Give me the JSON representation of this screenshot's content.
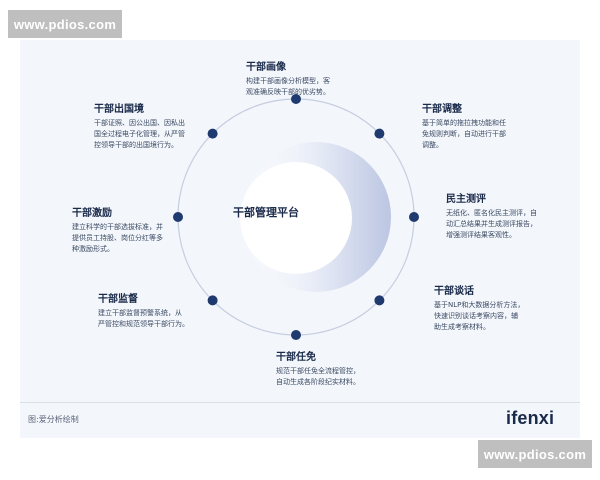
{
  "watermark_text": "www.pdios.com",
  "center_title": "干部管理平台",
  "items": [
    {
      "title": "干部画像",
      "lines": [
        "构建干部画像分析模型，客",
        "观准确反映干部的优劣势。"
      ]
    },
    {
      "title": "干部调整",
      "lines": [
        "基于简单的拖拉拽功能和任",
        "免规则判断，自动进行干部",
        "调整。"
      ]
    },
    {
      "title": "民主测评",
      "lines": [
        "无纸化、匿名化民主测评，自",
        "动汇总结果并生成测评报告，",
        "增强测评结果客观性。"
      ]
    },
    {
      "title": "干部谈话",
      "lines": [
        "基于NLP和大数据分析方法，",
        "快速识别谈话考察内容，辅",
        "助生成考察材料。"
      ]
    },
    {
      "title": "干部任免",
      "lines": [
        "规范干部任免全流程管控，",
        "自动生成各阶段纪实材料。"
      ]
    },
    {
      "title": "干部监督",
      "lines": [
        "建立干部监督预警系统，从",
        "严管控和规范领导干部行为。"
      ]
    },
    {
      "title": "干部激励",
      "lines": [
        "建立科学的干部选拔标准，并",
        "提供员工持股、岗位分红等多",
        "种激励形式。"
      ]
    },
    {
      "title": "干部出国境",
      "lines": [
        "干部证照、因公出国、因私出",
        "国全过程电子化管理，从严管",
        "控领导干部的出国境行为。"
      ]
    }
  ],
  "caption": "图:爱分析绘制",
  "brand": "ifenxi",
  "colors": {
    "accent": "#1f3a6e",
    "ring_light": "#e6ebf7",
    "ring_dark": "#c7cfe6",
    "card_bg": "#f3f6fb"
  }
}
